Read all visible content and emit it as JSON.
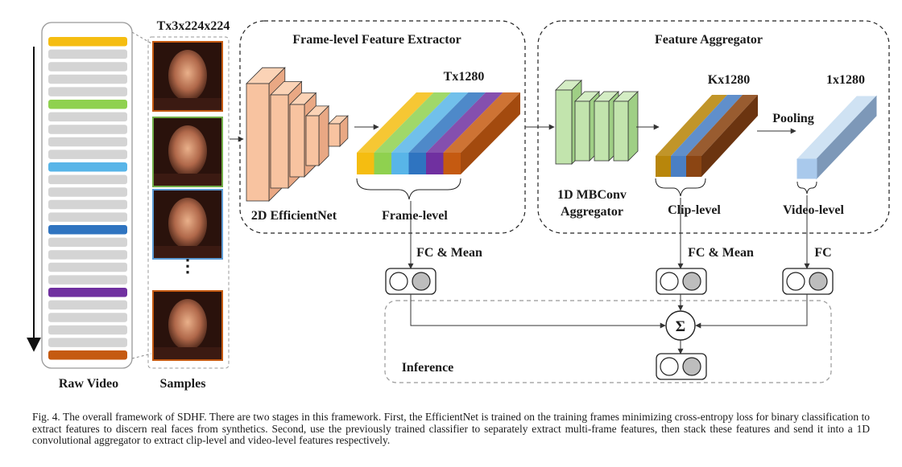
{
  "figure": {
    "raw_video_label": "Raw Video",
    "samples_label": "Samples",
    "samples_dim": "Tx3x224x224",
    "frame_extractor_title": "Frame-level Feature Extractor",
    "feature_aggregator_title": "Feature Aggregator",
    "efficientnet_label": "2D EfficientNet",
    "frame_dim": "Tx1280",
    "frame_level_label": "Frame-level",
    "mbconv_label_line1": "1D MBConv",
    "mbconv_label_line2": "Aggregator",
    "clip_dim": "Kx1280",
    "clip_level_label": "Clip-level",
    "pooling_label": "Pooling",
    "video_dim": "1x1280",
    "video_level_label": "Video-level",
    "fc_mean_label_1": "FC & Mean",
    "fc_mean_label_2": "FC & Mean",
    "fc_label": "FC",
    "sum_symbol": "Σ",
    "inference_label": "Inference",
    "ellipsis": "⋮",
    "stripe_colors": [
      "#f5bd11",
      "#8fd14f",
      "#58b5e8",
      "#2f74c0",
      "#7030a0",
      "#c55a11"
    ],
    "clip_colors": [
      "#b8860b",
      "#4a7fc4",
      "#8b4513"
    ],
    "sample_border_colors": [
      "#c55a11",
      "#70ad47",
      "#5b9bd5",
      "#c55a11"
    ]
  },
  "caption": "Fig. 4.  The overall framework of SDHF. There are two stages in this framework. First, the EfficientNet is trained on the training frames minimizing cross-entropy loss for binary classification to extract features to discern real faces from synthetics. Second, use the previously trained classifier to separately extract multi-frame features, then stack these features and send it into a 1D convolutional aggregator to extract clip-level and video-level features respectively."
}
